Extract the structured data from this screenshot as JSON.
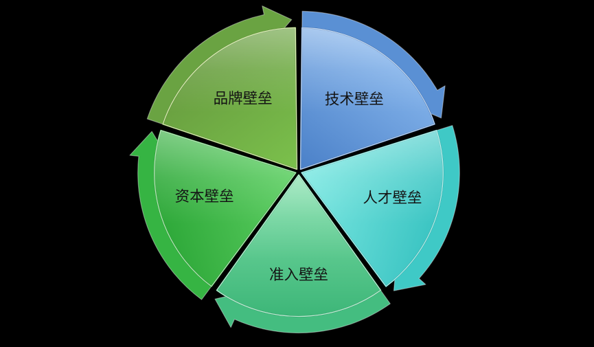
{
  "page": {
    "background_color": "#000000",
    "label_text_color": "#141414"
  },
  "diagram": {
    "type": "segmented-cycle-with-arrows",
    "flow_direction": "clockwise",
    "segment_count": 5,
    "segments": [
      {
        "label": "技术壁垒",
        "position": "top-right",
        "grad_outer": "#82b2ea",
        "grad_inner": "#4a80c8",
        "band": "#5a90d4",
        "band_edge": "#2d5d9f",
        "bevel": "#cfe2f7"
      },
      {
        "label": "人才壁垒",
        "position": "right",
        "grad_outer": "#3cc5c3",
        "grad_inner": "#7fe9e3",
        "band": "#3fc9c6",
        "band_edge": "#1f9a98",
        "bevel": "#c9f6f2"
      },
      {
        "label": "准入壁垒",
        "position": "bottom",
        "grad_outer": "#3db678",
        "grad_inner": "#7fdfa9",
        "band": "#44bd80",
        "band_edge": "#25935f",
        "bevel": "#d2f5e0"
      },
      {
        "label": "资本壁垒",
        "position": "left",
        "grad_outer": "#2fa93a",
        "grad_inner": "#5ed063",
        "band": "#36b443",
        "band_edge": "#1f8a2b",
        "bevel": "#c4f0c4"
      },
      {
        "label": "品牌壁垒",
        "position": "top-left",
        "grad_outer": "#689d3f",
        "grad_inner": "#7bc14c",
        "band": "#6aa342",
        "band_edge": "#4a7a2c",
        "bevel": "#e9f7c0"
      }
    ]
  }
}
